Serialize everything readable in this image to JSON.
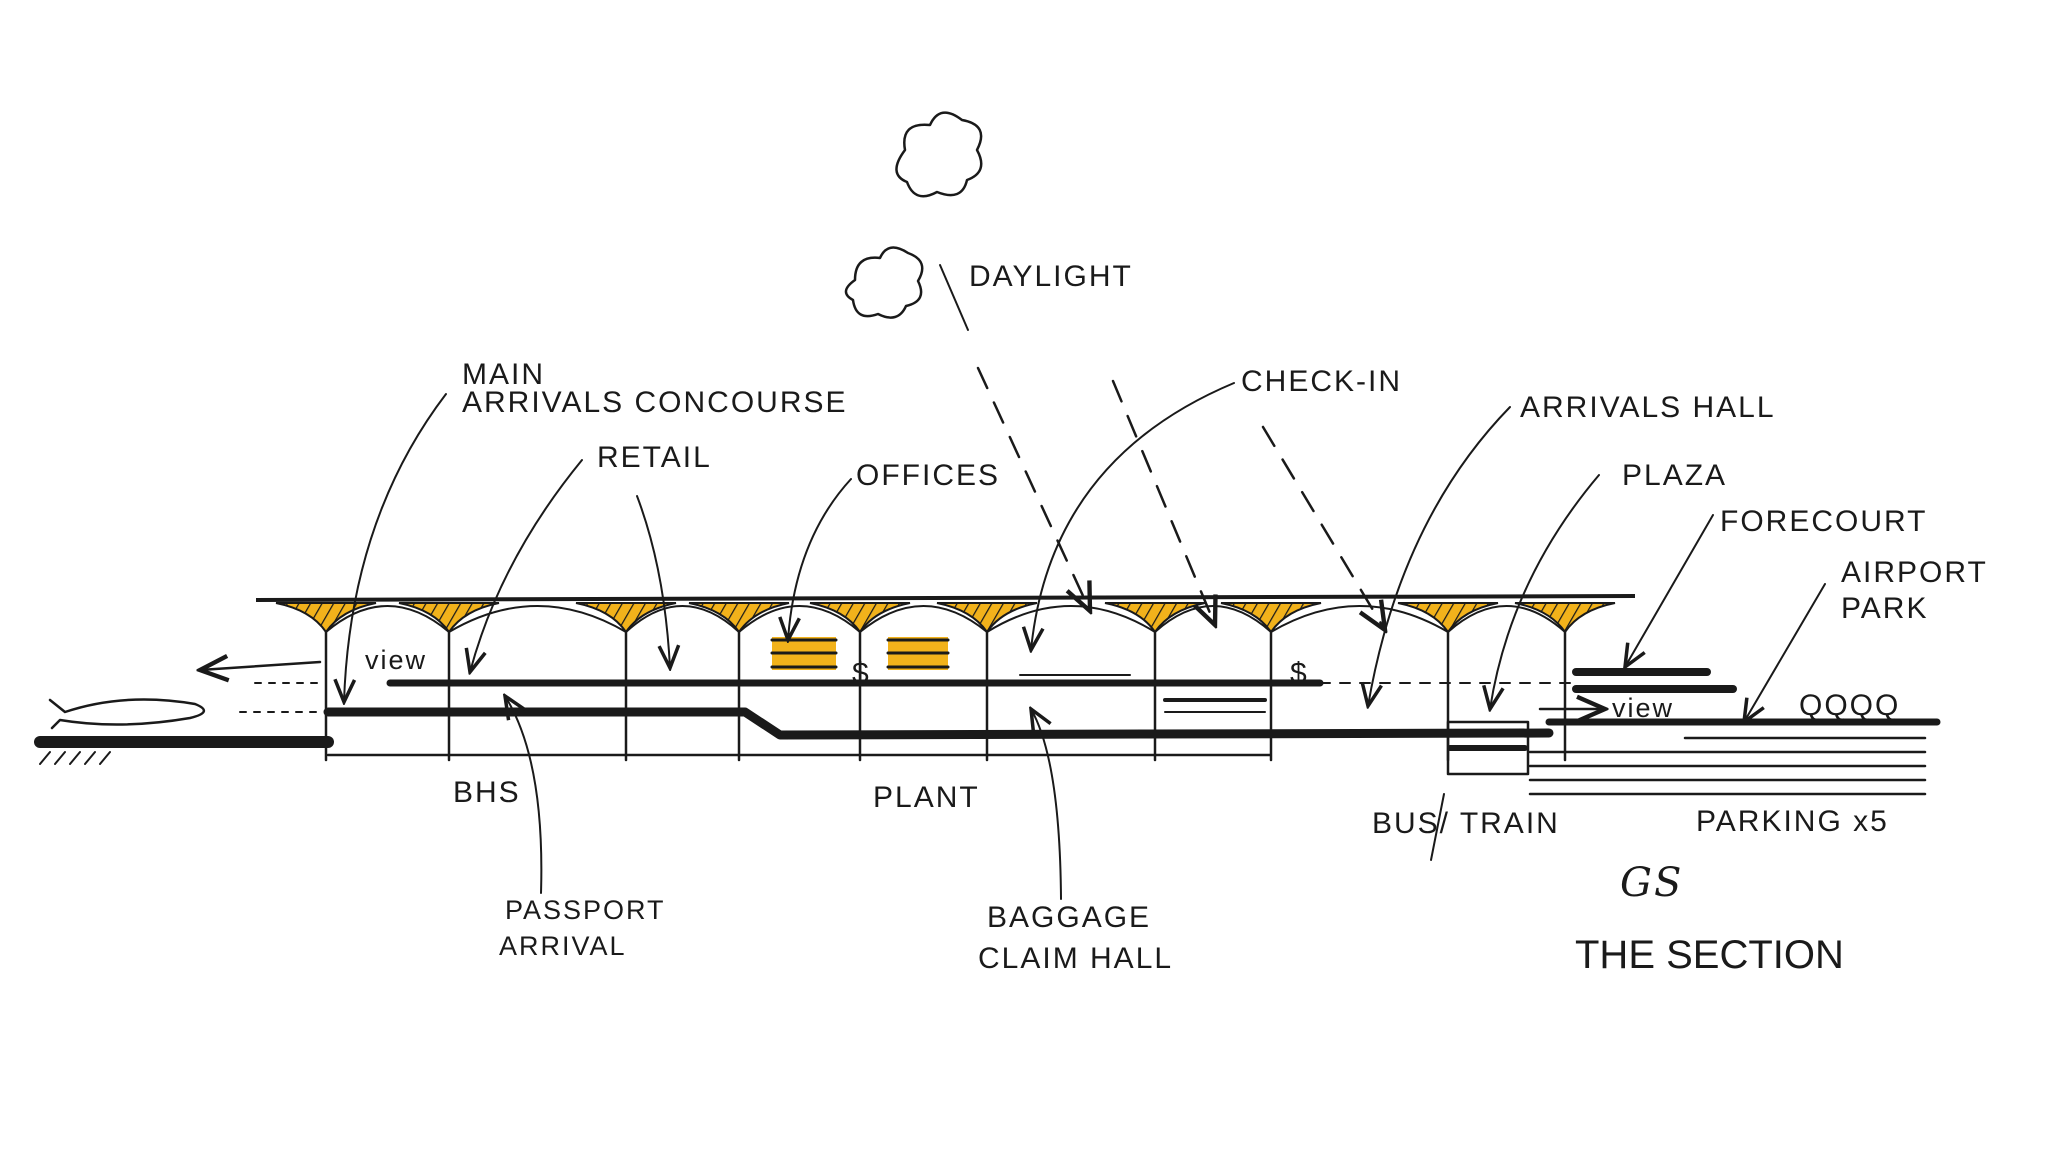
{
  "title": "THE SECTION",
  "signature": "GS",
  "colors": {
    "ink": "#1a1a1a",
    "accent": "#f2b21b",
    "paper": "#ffffff"
  },
  "labels": {
    "daylight": "DAYLIGHT",
    "main_arrivals_1": "MAIN",
    "main_arrivals_2": "ARRIVALS CONCOURSE",
    "retail": "RETAIL",
    "offices": "OFFICES",
    "check_in": "CHECK-IN",
    "arrivals_hall": "ARRIVALS HALL",
    "plaza": "PLAZA",
    "forecourt": "FORECOURT",
    "airport_park_1": "AIRPORT",
    "airport_park_2": "PARK",
    "view_left": "view",
    "view_right": "view",
    "bhs": "BHS",
    "plant": "PLANT",
    "bus_train": "BUS/ TRAIN",
    "parking": "PARKING x5",
    "passport_1": "PASSPORT",
    "passport_2": "ARRIVAL",
    "baggage_1": "BAGGAGE",
    "baggage_2": "CLAIM HALL",
    "stair_symbol": "$",
    "cars": "QQQQ"
  }
}
